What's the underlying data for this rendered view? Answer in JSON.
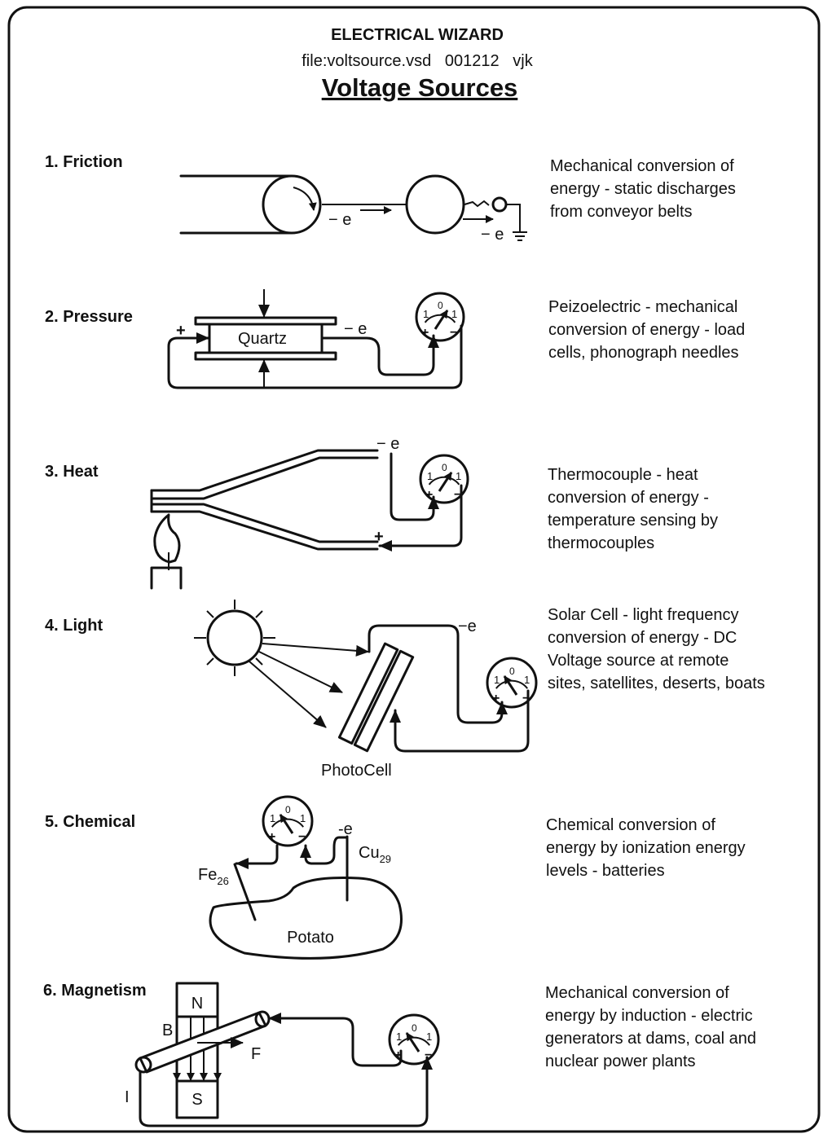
{
  "header": {
    "org": "ELECTRICAL WIZARD",
    "file_line": "file:voltsource.vsd   001212   vjk",
    "title": "Voltage Sources"
  },
  "meter_labels": {
    "zero": "0",
    "left": "1",
    "right": "1",
    "plus": "+",
    "minus": "−"
  },
  "sections": [
    {
      "label": "1. Friction",
      "desc": [
        "Mechanical conversion of",
        "energy - static discharges",
        "from conveyor belts"
      ],
      "diagram": {
        "electron1": "− e",
        "electron2": "− e"
      }
    },
    {
      "label": "2. Pressure",
      "desc": [
        "Peizoelectric - mechanical",
        "conversion of energy - load",
        "cells, phonograph needles"
      ],
      "diagram": {
        "crystal": "Quartz",
        "plus": "+",
        "electron": "− e"
      }
    },
    {
      "label": "3. Heat",
      "desc": [
        "Thermocouple - heat",
        "conversion of energy -",
        "temperature sensing by",
        "thermocouples"
      ],
      "diagram": {
        "electron": "− e",
        "plus": "+"
      }
    },
    {
      "label": "4. Light",
      "desc": [
        "Solar Cell - light frequency",
        "conversion of energy - DC",
        "Voltage source at remote",
        "sites, satellites, deserts, boats"
      ],
      "diagram": {
        "cell": "PhotoCell",
        "electron": "−e"
      }
    },
    {
      "label": "5. Chemical",
      "desc": [
        "Chemical conversion of",
        "energy by ionization energy",
        "levels - batteries"
      ],
      "diagram": {
        "electron": "-e",
        "fe": "Fe",
        "fe_sub": "26",
        "cu": "Cu",
        "cu_sub": "29",
        "body": "Potato"
      }
    },
    {
      "label": "6. Magnetism",
      "desc": [
        "Mechanical conversion of",
        "energy by induction - electric",
        "generators at dams, coal and",
        "nuclear power plants"
      ],
      "diagram": {
        "north": "N",
        "south": "S",
        "field": "B",
        "force": "F",
        "current": "I"
      }
    }
  ]
}
